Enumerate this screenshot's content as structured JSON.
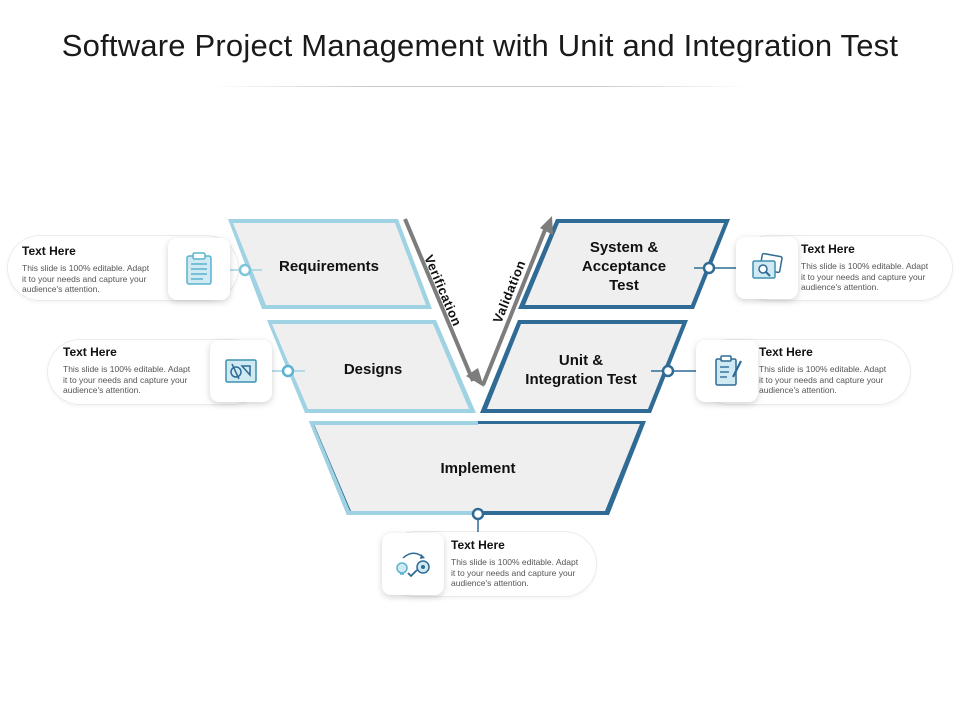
{
  "title": "Software Project Management with Unit and Integration Test",
  "stages": {
    "requirements": "Requirements",
    "designs": "Designs",
    "implement": "Implement",
    "unit_integration_line1": "Unit &",
    "unit_integration_line2": "Integration Test",
    "system_acceptance_line1": "System &",
    "system_acceptance_line2": "Acceptance",
    "system_acceptance_line3": "Test"
  },
  "arrows": {
    "verification": "Verification",
    "validation": "Validation"
  },
  "cards": [
    {
      "heading": "Text Here",
      "body_line1": "This slide is 100% editable. Adapt",
      "body_line2": "it to your needs and capture your",
      "body_line3": "audience's attention.",
      "icon": "clipboard-list-icon"
    },
    {
      "heading": "Text Here",
      "body_line1": "This slide is 100% editable. Adapt",
      "body_line2": "it to your needs and capture your",
      "body_line3": "audience's attention.",
      "icon": "design-blueprint-icon"
    },
    {
      "heading": "Text Here",
      "body_line1": "This slide is 100% editable. Adapt",
      "body_line2": "it to your needs and capture your",
      "body_line3": "audience's attention.",
      "icon": "idea-gear-cycle-icon"
    },
    {
      "heading": "Text Here",
      "body_line1": "This slide is 100% editable. Adapt",
      "body_line2": "it to your needs and capture your",
      "body_line3": "audience's attention.",
      "icon": "checklist-pencil-icon"
    },
    {
      "heading": "Text Here",
      "body_line1": "This slide is 100% editable. Adapt",
      "body_line2": "it to your needs and capture your",
      "body_line3": "audience's attention.",
      "icon": "magnifier-documents-icon"
    }
  ],
  "colors": {
    "light_teal": "#9fd3e3",
    "dark_blue": "#2f6b95",
    "shape_fill": "#efefef",
    "arrow_gray": "#7d7d7d",
    "icon_teal": "#5ab3cf"
  }
}
